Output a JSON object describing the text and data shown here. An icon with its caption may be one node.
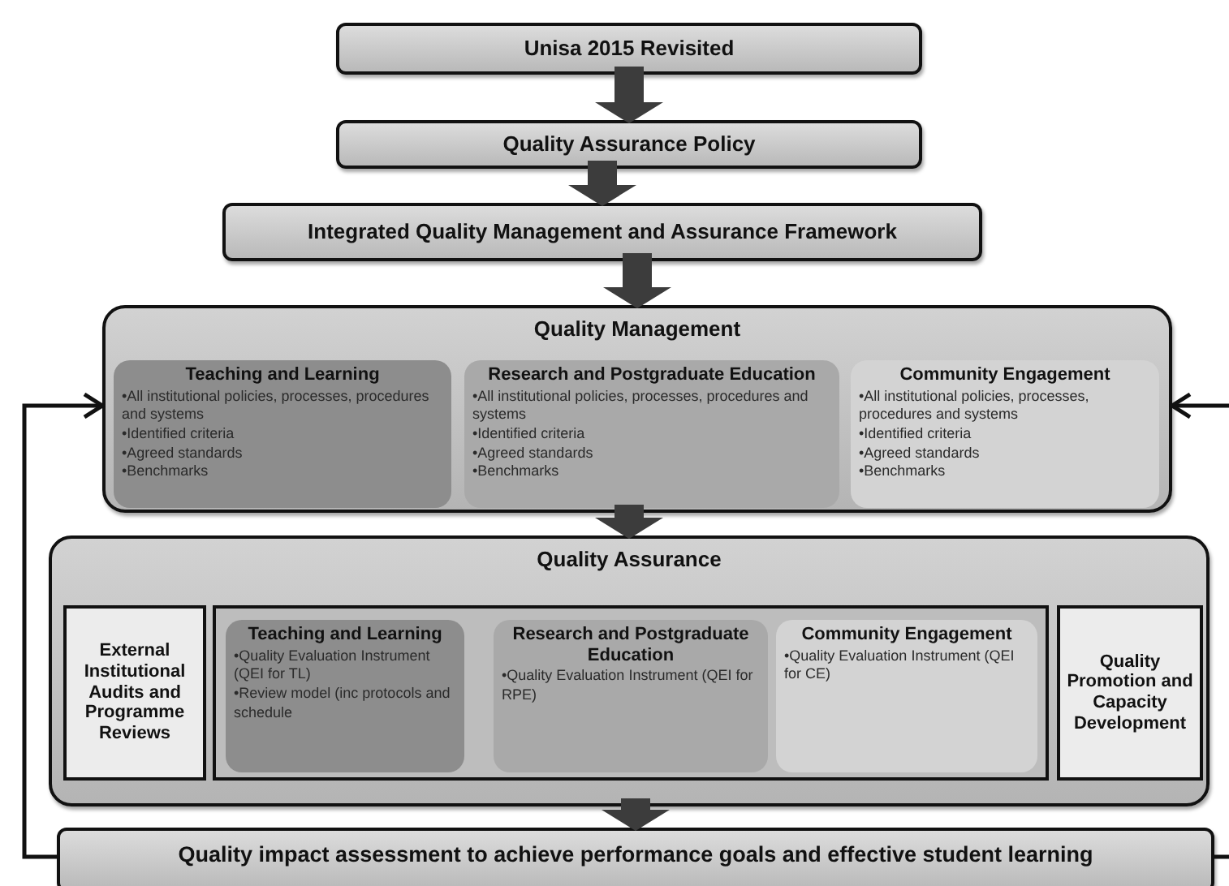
{
  "diagram": {
    "nodes": [
      {
        "text": [
          "Unisa 2015 Revisited"
        ]
      },
      {
        "text": [
          "Quality Assurance Policy"
        ]
      },
      {
        "text": [
          "Integrated Quality Management and Assurance Framework"
        ]
      },
      {
        "text": [
          "Quality Management"
        ]
      },
      {
        "text": [
          "Teaching and Learning",
          "•All institutional policies, processes, procedures and systems",
          "•Identified criteria",
          "•Agreed standards",
          "•Benchmarks"
        ],
        "in": 3
      },
      {
        "text": [
          "Research and Postgraduate Education",
          "•All institutional policies, processes, procedures and systems",
          "•Identified criteria",
          "•Agreed standards",
          "•Benchmarks"
        ],
        "in": 3
      },
      {
        "text": [
          "Community Engagement",
          "•All institutional policies, processes, procedures and systems",
          "•Identified criteria",
          "•Agreed standards",
          "•Benchmarks"
        ],
        "in": 3
      },
      {
        "text": [
          "Quality Assurance"
        ]
      },
      {
        "text": [
          "External Institutional Audits and Programme Reviews"
        ],
        "in": 7
      },
      {
        "text": [],
        "shape": "box",
        "in": 7
      },
      {
        "text": [
          "Teaching and Learning",
          "•Quality Evaluation Instrument (QEI for TL)",
          "•Review model (inc protocols and schedule"
        ],
        "in": 9
      },
      {
        "text": [
          "Research and Postgraduate Education",
          "•Quality Evaluation Instrument (QEI for RPE)"
        ],
        "in": 9
      },
      {
        "text": [
          "Community Engagement",
          "•Quality Evaluation Instrument (QEI for CE)"
        ],
        "in": 9
      },
      {
        "text": [
          "Quality Promotion and Capacity Development"
        ],
        "in": 7
      },
      {
        "text": [
          "Quality impact assessment to achieve performance goals and effective student learning"
        ]
      }
    ],
    "edges": [
      {
        "from": 0,
        "to": 1,
        "arrow": "to"
      },
      {
        "from": 1,
        "to": 2,
        "arrow": "to"
      },
      {
        "from": 2,
        "to": 3,
        "arrow": "to"
      },
      {
        "from": 3,
        "to": 7,
        "arrow": "to"
      },
      {
        "from": 7,
        "to": 14,
        "arrow": "to"
      },
      {
        "from": 14,
        "to": 3,
        "arrow": "to"
      },
      {
        "from": null,
        "to": 3,
        "arrow": "to"
      },
      {
        "from": 14,
        "to": null,
        "arrow": "none"
      }
    ]
  }
}
